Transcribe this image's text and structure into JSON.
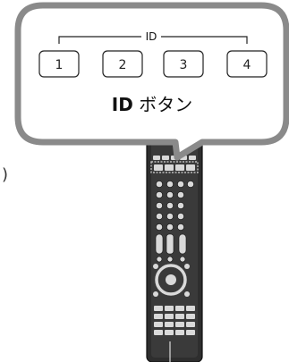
{
  "callout": {
    "group_label": "ID",
    "buttons": [
      "1",
      "2",
      "3",
      "4"
    ],
    "caption_bold": "ID",
    "caption_rest": " ボタン"
  },
  "left_mark": ")",
  "colors": {
    "callout_fill": "#ffffff",
    "callout_border": "#8a8a8a",
    "remote_body": "#2e2e2e",
    "remote_buttons": "#d9d9d9"
  },
  "icons": [
    "remote-control-icon"
  ]
}
